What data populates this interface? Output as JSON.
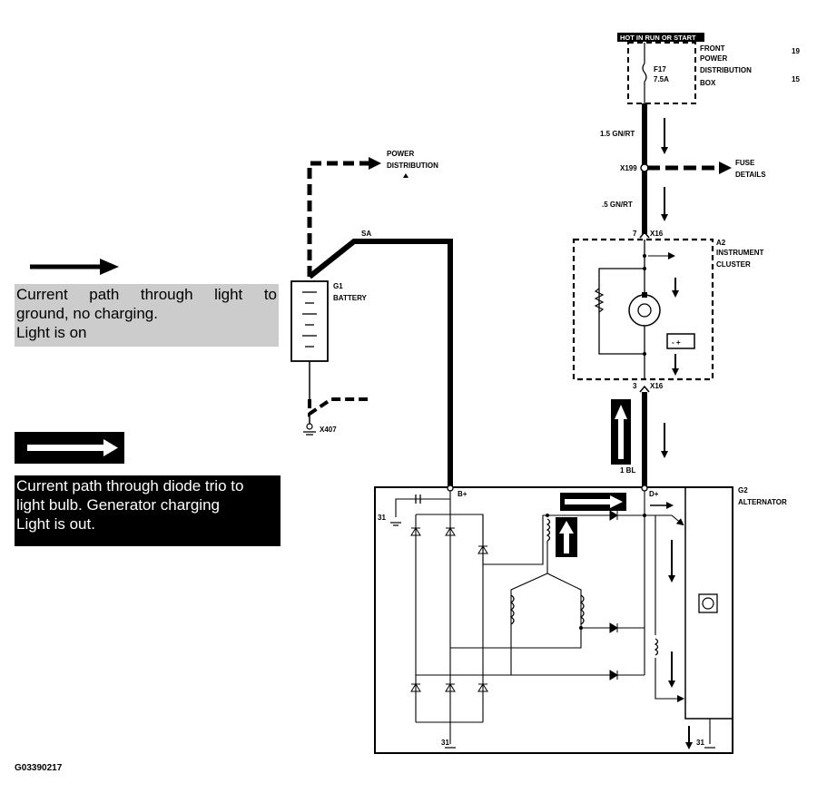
{
  "legend": {
    "light_path_line1": "Current path through light to",
    "light_path_line2": "ground, no charging.",
    "light_path_line3": "Light is on",
    "diode_path_line1": "Current path through diode trio to",
    "diode_path_line2": "light bulb. Generator charging",
    "diode_path_line3": "Light is out."
  },
  "labels": {
    "hot_in_run_start": "HOT IN RUN OR START",
    "front": "FRONT",
    "power": "POWER",
    "distribution": "DISTRIBUTION",
    "box": "BOX",
    "ref_19": "19",
    "ref_15": "15",
    "fuse_name": "F17",
    "fuse_rating": "7.5A",
    "wire_top": "1.5 GN/RT",
    "splice": "X199",
    "fuse_details_1": "FUSE",
    "fuse_details_2": "DETAILS",
    "wire_mid": ".5 GN/RT",
    "pin_7": "7",
    "conn_top": "X16",
    "cluster_id": "A2",
    "cluster_1": "INSTRUMENT",
    "cluster_2": "CLUSTER",
    "pin_3": "3",
    "conn_bottom": "X16",
    "wire_bottom": "1 BL",
    "power_dist_1": "POWER",
    "power_dist_2": "DISTRIBUTION",
    "wire_sa": "SA",
    "battery_id": "G1",
    "battery": "BATTERY",
    "ground_x407": "X407",
    "b_plus": "B+",
    "d_plus": "D+",
    "alt_id": "G2",
    "alternator": "ALTERNATOR",
    "term_31_left": "31",
    "term_31_bottom": "31",
    "term_31_right": "31"
  },
  "figure_code": "G03390217"
}
